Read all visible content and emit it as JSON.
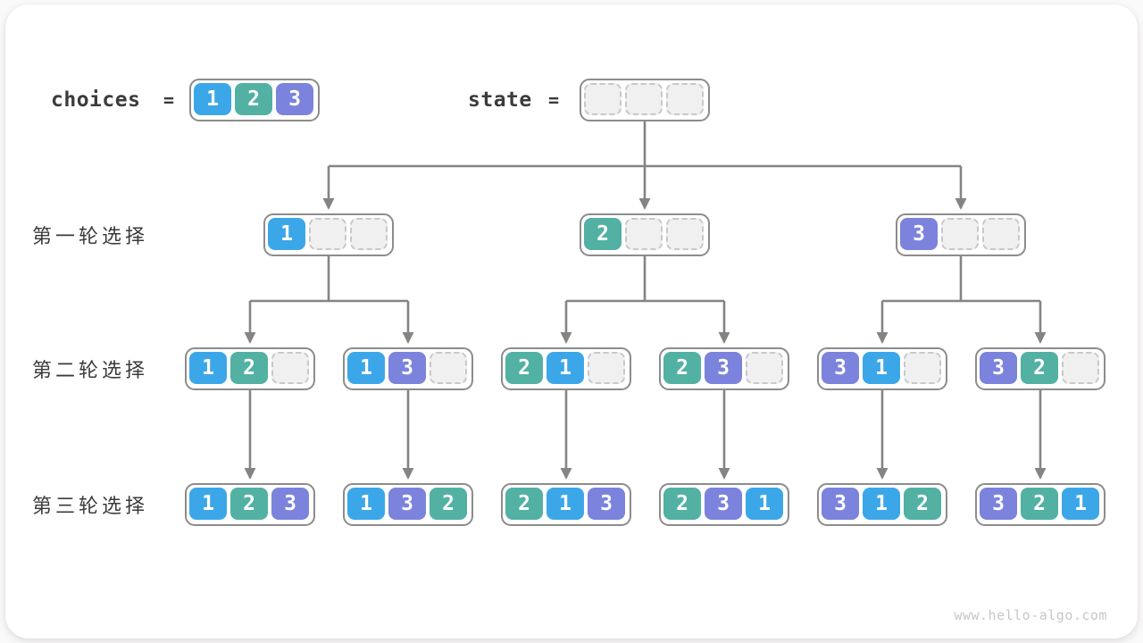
{
  "page": {
    "watermark": "www.hello-algo.com"
  },
  "colors": {
    "c1": "#3CA7E8",
    "c2": "#52B1A3",
    "c3": "#7B83DC",
    "empty_fill": "#f0f0f0",
    "empty_border": "#c8c8c8",
    "box_border": "#8c8c8c",
    "connector": "#848484",
    "label_text": "#3b3b3b",
    "cell_text": "#ffffff"
  },
  "header": {
    "choices_label": "choices",
    "choices_equals": "=",
    "choices": [
      1,
      2,
      3
    ],
    "state_label": "state",
    "state_equals": "=",
    "state": [
      null,
      null,
      null
    ]
  },
  "rounds": [
    {
      "label": "第一轮选择",
      "states": [
        [
          1,
          null,
          null
        ],
        [
          2,
          null,
          null
        ],
        [
          3,
          null,
          null
        ]
      ]
    },
    {
      "label": "第二轮选择",
      "states": [
        [
          1,
          2,
          null
        ],
        [
          1,
          3,
          null
        ],
        [
          2,
          1,
          null
        ],
        [
          2,
          3,
          null
        ],
        [
          3,
          1,
          null
        ],
        [
          3,
          2,
          null
        ]
      ]
    },
    {
      "label": "第三轮选择",
      "states": [
        [
          1,
          2,
          3
        ],
        [
          1,
          3,
          2
        ],
        [
          2,
          1,
          3
        ],
        [
          2,
          3,
          1
        ],
        [
          3,
          1,
          2
        ],
        [
          3,
          2,
          1
        ]
      ]
    }
  ]
}
